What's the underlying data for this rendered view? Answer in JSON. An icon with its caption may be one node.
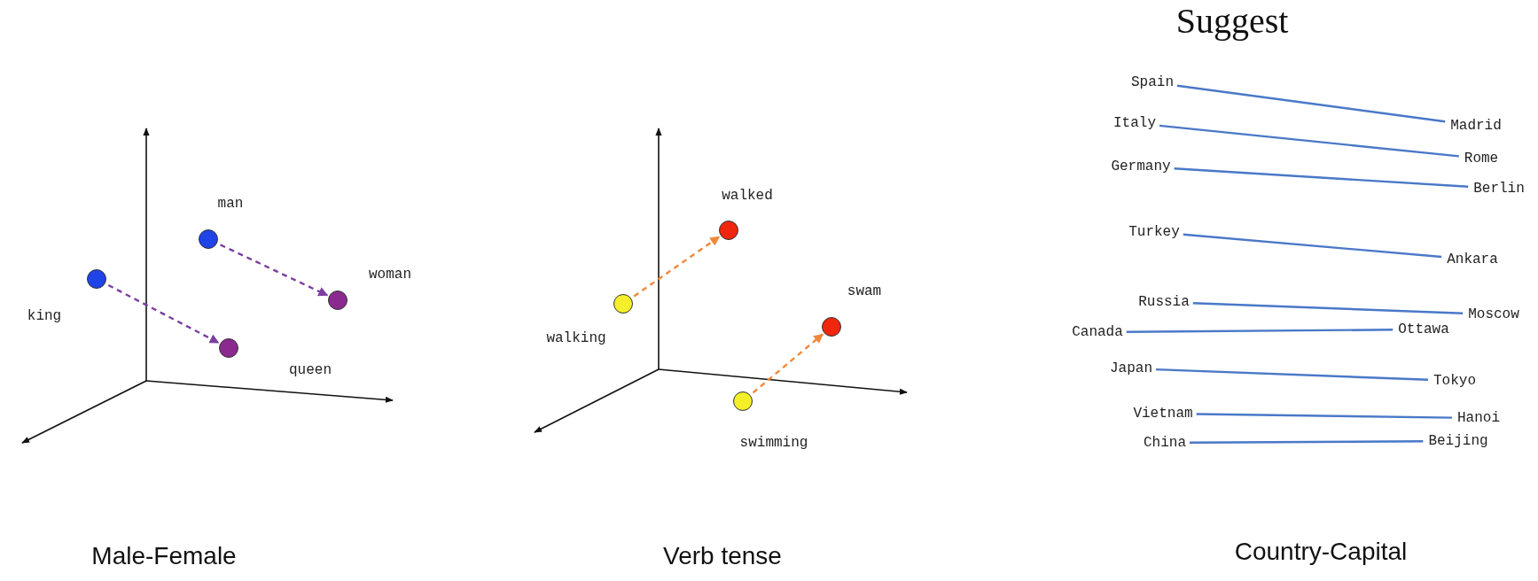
{
  "diagram": {
    "nodes": [
      {
        "text": [],
        "shape": "circle",
        "beside": [
          "man"
        ]
      },
      {
        "text": [],
        "shape": "circle",
        "beside": [
          "king"
        ]
      },
      {
        "text": [],
        "shape": "circle",
        "beside": [
          "woman"
        ]
      },
      {
        "text": [],
        "shape": "circle",
        "beside": [
          "queen"
        ]
      },
      {
        "text": [],
        "shape": "circle",
        "beside": [
          "walked"
        ]
      },
      {
        "text": [],
        "shape": "circle",
        "beside": [
          "walking"
        ]
      },
      {
        "text": [],
        "shape": "circle",
        "beside": [
          "swam"
        ]
      },
      {
        "text": [],
        "shape": "circle",
        "beside": [
          "swimming"
        ]
      },
      {
        "text": [
          "Spain"
        ]
      },
      {
        "text": [
          "Madrid"
        ]
      },
      {
        "text": [
          "Italy"
        ]
      },
      {
        "text": [
          "Rome"
        ]
      },
      {
        "text": [
          "Germany"
        ]
      },
      {
        "text": [
          "Berlin"
        ]
      },
      {
        "text": [
          "Turkey"
        ]
      },
      {
        "text": [
          "Ankara"
        ]
      },
      {
        "text": [
          "Russia"
        ]
      },
      {
        "text": [
          "Moscow"
        ]
      },
      {
        "text": [
          "Canada"
        ]
      },
      {
        "text": [
          "Ottawa"
        ]
      },
      {
        "text": [
          "Japan"
        ]
      },
      {
        "text": [
          "Tokyo"
        ]
      },
      {
        "text": [
          "Vietnam"
        ]
      },
      {
        "text": [
          "Hanoi"
        ]
      },
      {
        "text": [
          "China"
        ]
      },
      {
        "text": [
          "Beijing"
        ]
      }
    ],
    "edges": [
      {
        "from": 1,
        "to": 3,
        "arrow": "to",
        "style": "dashed",
        "color": "#7b3fa0"
      },
      {
        "from": 0,
        "to": 2,
        "arrow": "to",
        "style": "dashed",
        "color": "#7b3fa0"
      },
      {
        "from": 5,
        "to": 4,
        "arrow": "to",
        "style": "dashed",
        "color": "#f0883a"
      },
      {
        "from": 7,
        "to": 6,
        "arrow": "to",
        "style": "dashed",
        "color": "#f0883a"
      },
      {
        "from": 8,
        "to": 9,
        "arrow": "none"
      },
      {
        "from": 10,
        "to": 11,
        "arrow": "none"
      },
      {
        "from": 12,
        "to": 13,
        "arrow": "none"
      },
      {
        "from": 14,
        "to": 15,
        "arrow": "none"
      },
      {
        "from": 16,
        "to": 17,
        "arrow": "none"
      },
      {
        "from": 18,
        "to": 19,
        "arrow": "none"
      },
      {
        "from": 20,
        "to": 21,
        "arrow": "none"
      },
      {
        "from": 22,
        "to": 23,
        "arrow": "none"
      },
      {
        "from": 24,
        "to": 25,
        "arrow": "none"
      }
    ],
    "labels": [
      "Suggest",
      "Male-Female",
      "Verb tense",
      "Country-Capital"
    ]
  }
}
